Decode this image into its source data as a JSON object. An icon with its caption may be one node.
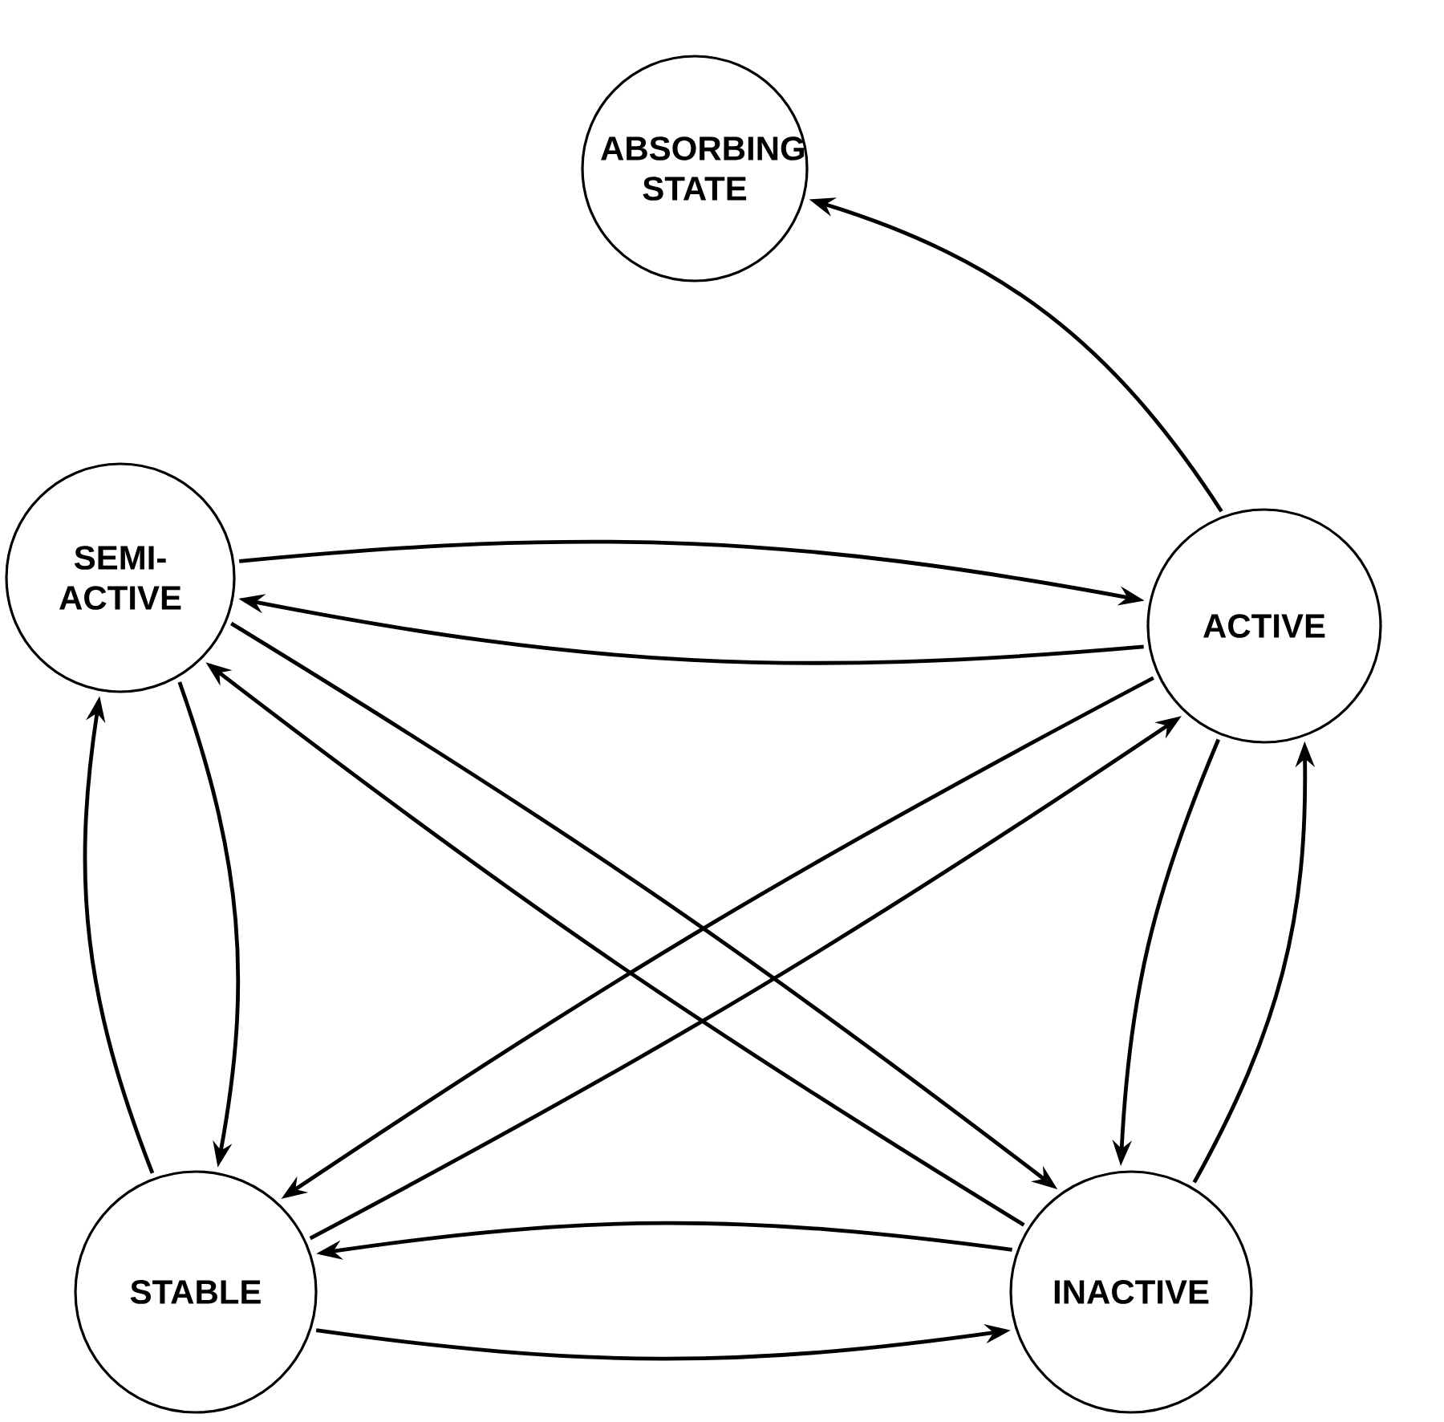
{
  "diagram": {
    "nodes": [
      {
        "text": [
          "ABSORBING STATE"
        ]
      },
      {
        "text": [
          "SEMI-ACTIVE"
        ]
      },
      {
        "text": [
          "ACTIVE"
        ]
      },
      {
        "text": [
          "STABLE"
        ]
      },
      {
        "text": [
          "INACTIVE"
        ]
      }
    ],
    "edges": [
      {
        "from": 2,
        "to": 0,
        "arrow": "to"
      },
      {
        "from": 1,
        "to": 2,
        "arrow": "to"
      },
      {
        "from": 2,
        "to": 1,
        "arrow": "to"
      },
      {
        "from": 1,
        "to": 3,
        "arrow": "to"
      },
      {
        "from": 3,
        "to": 1,
        "arrow": "to"
      },
      {
        "from": 2,
        "to": 4,
        "arrow": "to"
      },
      {
        "from": 4,
        "to": 2,
        "arrow": "to"
      },
      {
        "from": 4,
        "to": 3,
        "arrow": "to"
      },
      {
        "from": 3,
        "to": 4,
        "arrow": "to"
      },
      {
        "from": 1,
        "to": 4,
        "arrow": "to"
      },
      {
        "from": 4,
        "to": 1,
        "arrow": "to"
      },
      {
        "from": 2,
        "to": 3,
        "arrow": "to"
      },
      {
        "from": 3,
        "to": 2,
        "arrow": "to"
      }
    ]
  }
}
